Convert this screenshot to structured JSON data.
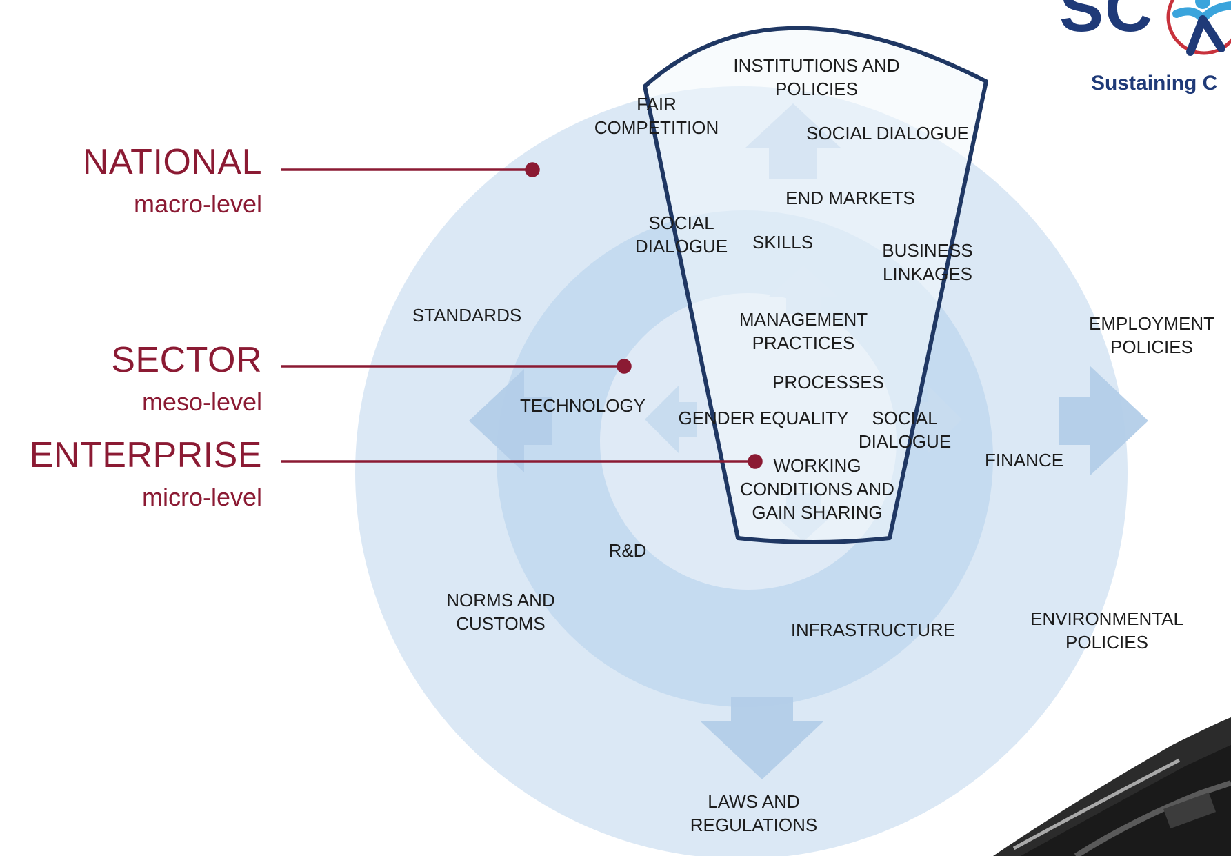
{
  "levels": [
    {
      "title": "NATIONAL",
      "subtitle": "macro-level"
    },
    {
      "title": "SECTOR",
      "subtitle": "meso-level"
    },
    {
      "title": "ENTERPRISE",
      "subtitle": "micro-level"
    }
  ],
  "outer_ring_labels": {
    "standards": "STANDARDS",
    "employment_policies": "EMPLOYMENT\nPOLICIES",
    "norms_and_customs": "NORMS AND\nCUSTOMS",
    "environmental_policies": "ENVIRONMENTAL\nPOLICIES",
    "laws_and_regulations": "LAWS AND\nREGULATIONS",
    "fair_competition": "FAIR\nCOMPETITION"
  },
  "middle_ring_labels": {
    "technology": "TECHNOLOGY",
    "finance": "FINANCE",
    "r_and_d": "R&D",
    "infrastructure": "INFRASTRUCTURE",
    "social_dialogue": "SOCIAL\nDIALOGUE"
  },
  "funnel_labels": {
    "institutions_and_policies": "INSTITUTIONS AND\nPOLICIES",
    "social_dialogue_top": "SOCIAL DIALOGUE",
    "end_markets": "END MARKETS",
    "skills": "SKILLS",
    "business_linkages": "BUSINESS\nLINKAGES",
    "management_practices": "MANAGEMENT\nPRACTICES",
    "processes": "PROCESSES",
    "gender_equality": "GENDER EQUALITY",
    "social_dialogue_inner": "SOCIAL\nDIALOGUE",
    "working_conditions": "WORKING\nCONDITIONS AND\nGAIN SHARING"
  },
  "logo": {
    "letters": "SC",
    "tagline": "Sustaining C"
  },
  "colors": {
    "accent": "#8b1a33",
    "outer_ring": "#dbe8f5",
    "middle_ring": "#c5dbf0",
    "inner_ring": "#e4eef8",
    "arrow": "#b3cde8",
    "funnel_stroke": "#1f3763",
    "funnel_fill": "#f2f7fc",
    "logo": "#1f3a78"
  }
}
